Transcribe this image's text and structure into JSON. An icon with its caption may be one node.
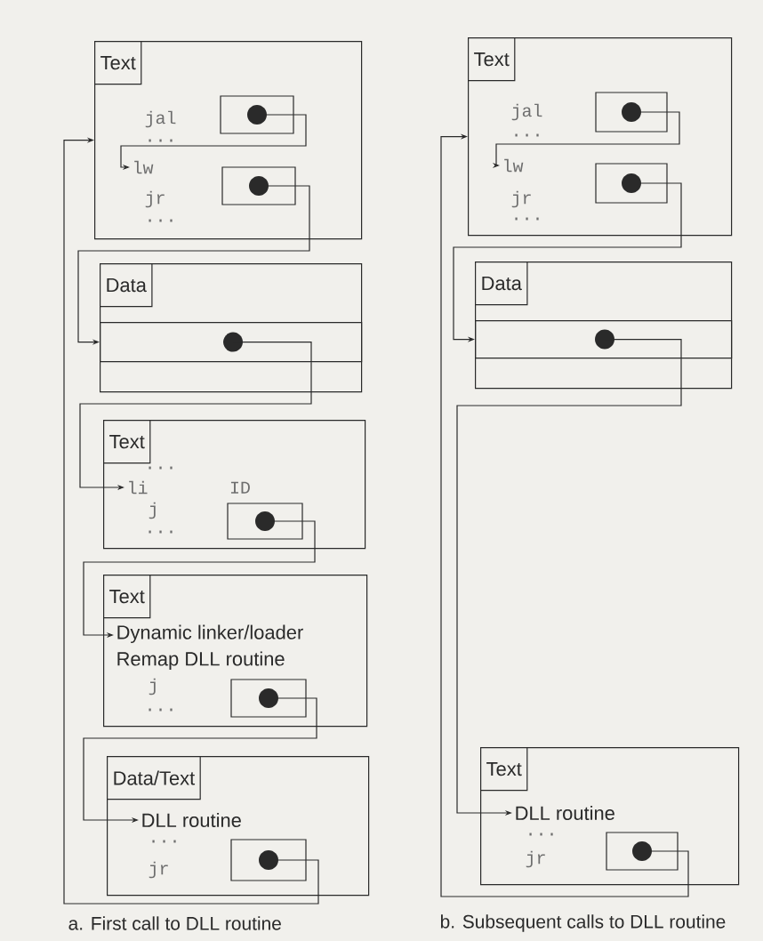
{
  "diagram": {
    "nodes": [
      {
        "text": [
          "Text"
        ]
      },
      {
        "text": [],
        "shape": "box",
        "in": 0
      },
      {
        "text": [
          "lw"
        ],
        "in": 0
      },
      {
        "text": [],
        "shape": "box",
        "in": 0
      },
      {
        "text": [
          "Data"
        ]
      },
      {
        "text": [],
        "shape": "box",
        "in": 4
      },
      {
        "text": [
          "Text"
        ]
      },
      {
        "text": [
          "li"
        ],
        "in": 6
      },
      {
        "text": [],
        "shape": "box",
        "in": 6,
        "beside": [
          "ID"
        ]
      },
      {
        "text": [
          "Text"
        ]
      },
      {
        "text": [
          "Dynamic linker/loader",
          "Remap DLL routine"
        ],
        "in": 9
      },
      {
        "text": [],
        "shape": "box",
        "in": 9
      },
      {
        "text": [
          "Data/Text"
        ]
      },
      {
        "text": [
          "DLL routine"
        ],
        "in": 12
      },
      {
        "text": [],
        "shape": "box",
        "in": 12
      },
      {
        "text": [
          "Text"
        ]
      },
      {
        "text": [],
        "shape": "box",
        "in": 15
      },
      {
        "text": [
          "lw"
        ],
        "in": 15
      },
      {
        "text": [],
        "shape": "box",
        "in": 15
      },
      {
        "text": [
          "Data"
        ]
      },
      {
        "text": [],
        "shape": "box",
        "in": 19
      },
      {
        "text": [
          "Text"
        ]
      },
      {
        "text": [
          "DLL routine"
        ],
        "in": 21
      },
      {
        "text": [],
        "shape": "box",
        "in": 21
      }
    ],
    "edges": [
      {
        "from": 1,
        "to": 2,
        "arrow": "to"
      },
      {
        "from": 3,
        "to": 5,
        "arrow": "to"
      },
      {
        "from": 5,
        "to": 7,
        "arrow": "to"
      },
      {
        "from": 8,
        "to": 10,
        "arrow": "to"
      },
      {
        "from": 11,
        "to": 13,
        "arrow": "to"
      },
      {
        "from": 14,
        "to": 0,
        "arrow": "to"
      },
      {
        "from": 16,
        "to": 17,
        "arrow": "to"
      },
      {
        "from": 18,
        "to": 20,
        "arrow": "to"
      },
      {
        "from": 20,
        "to": 22,
        "arrow": "to"
      },
      {
        "from": 23,
        "to": 15,
        "arrow": "to"
      }
    ],
    "labels": [
      "jal",
      "...",
      "jr",
      "...",
      "...",
      "j",
      "...",
      "j",
      "...",
      "...",
      "jr",
      "jal",
      "...",
      "jr",
      "...",
      "...",
      "jr",
      "a. First call to DLL routine",
      "b. Subsequent calls to DLL routine"
    ]
  }
}
